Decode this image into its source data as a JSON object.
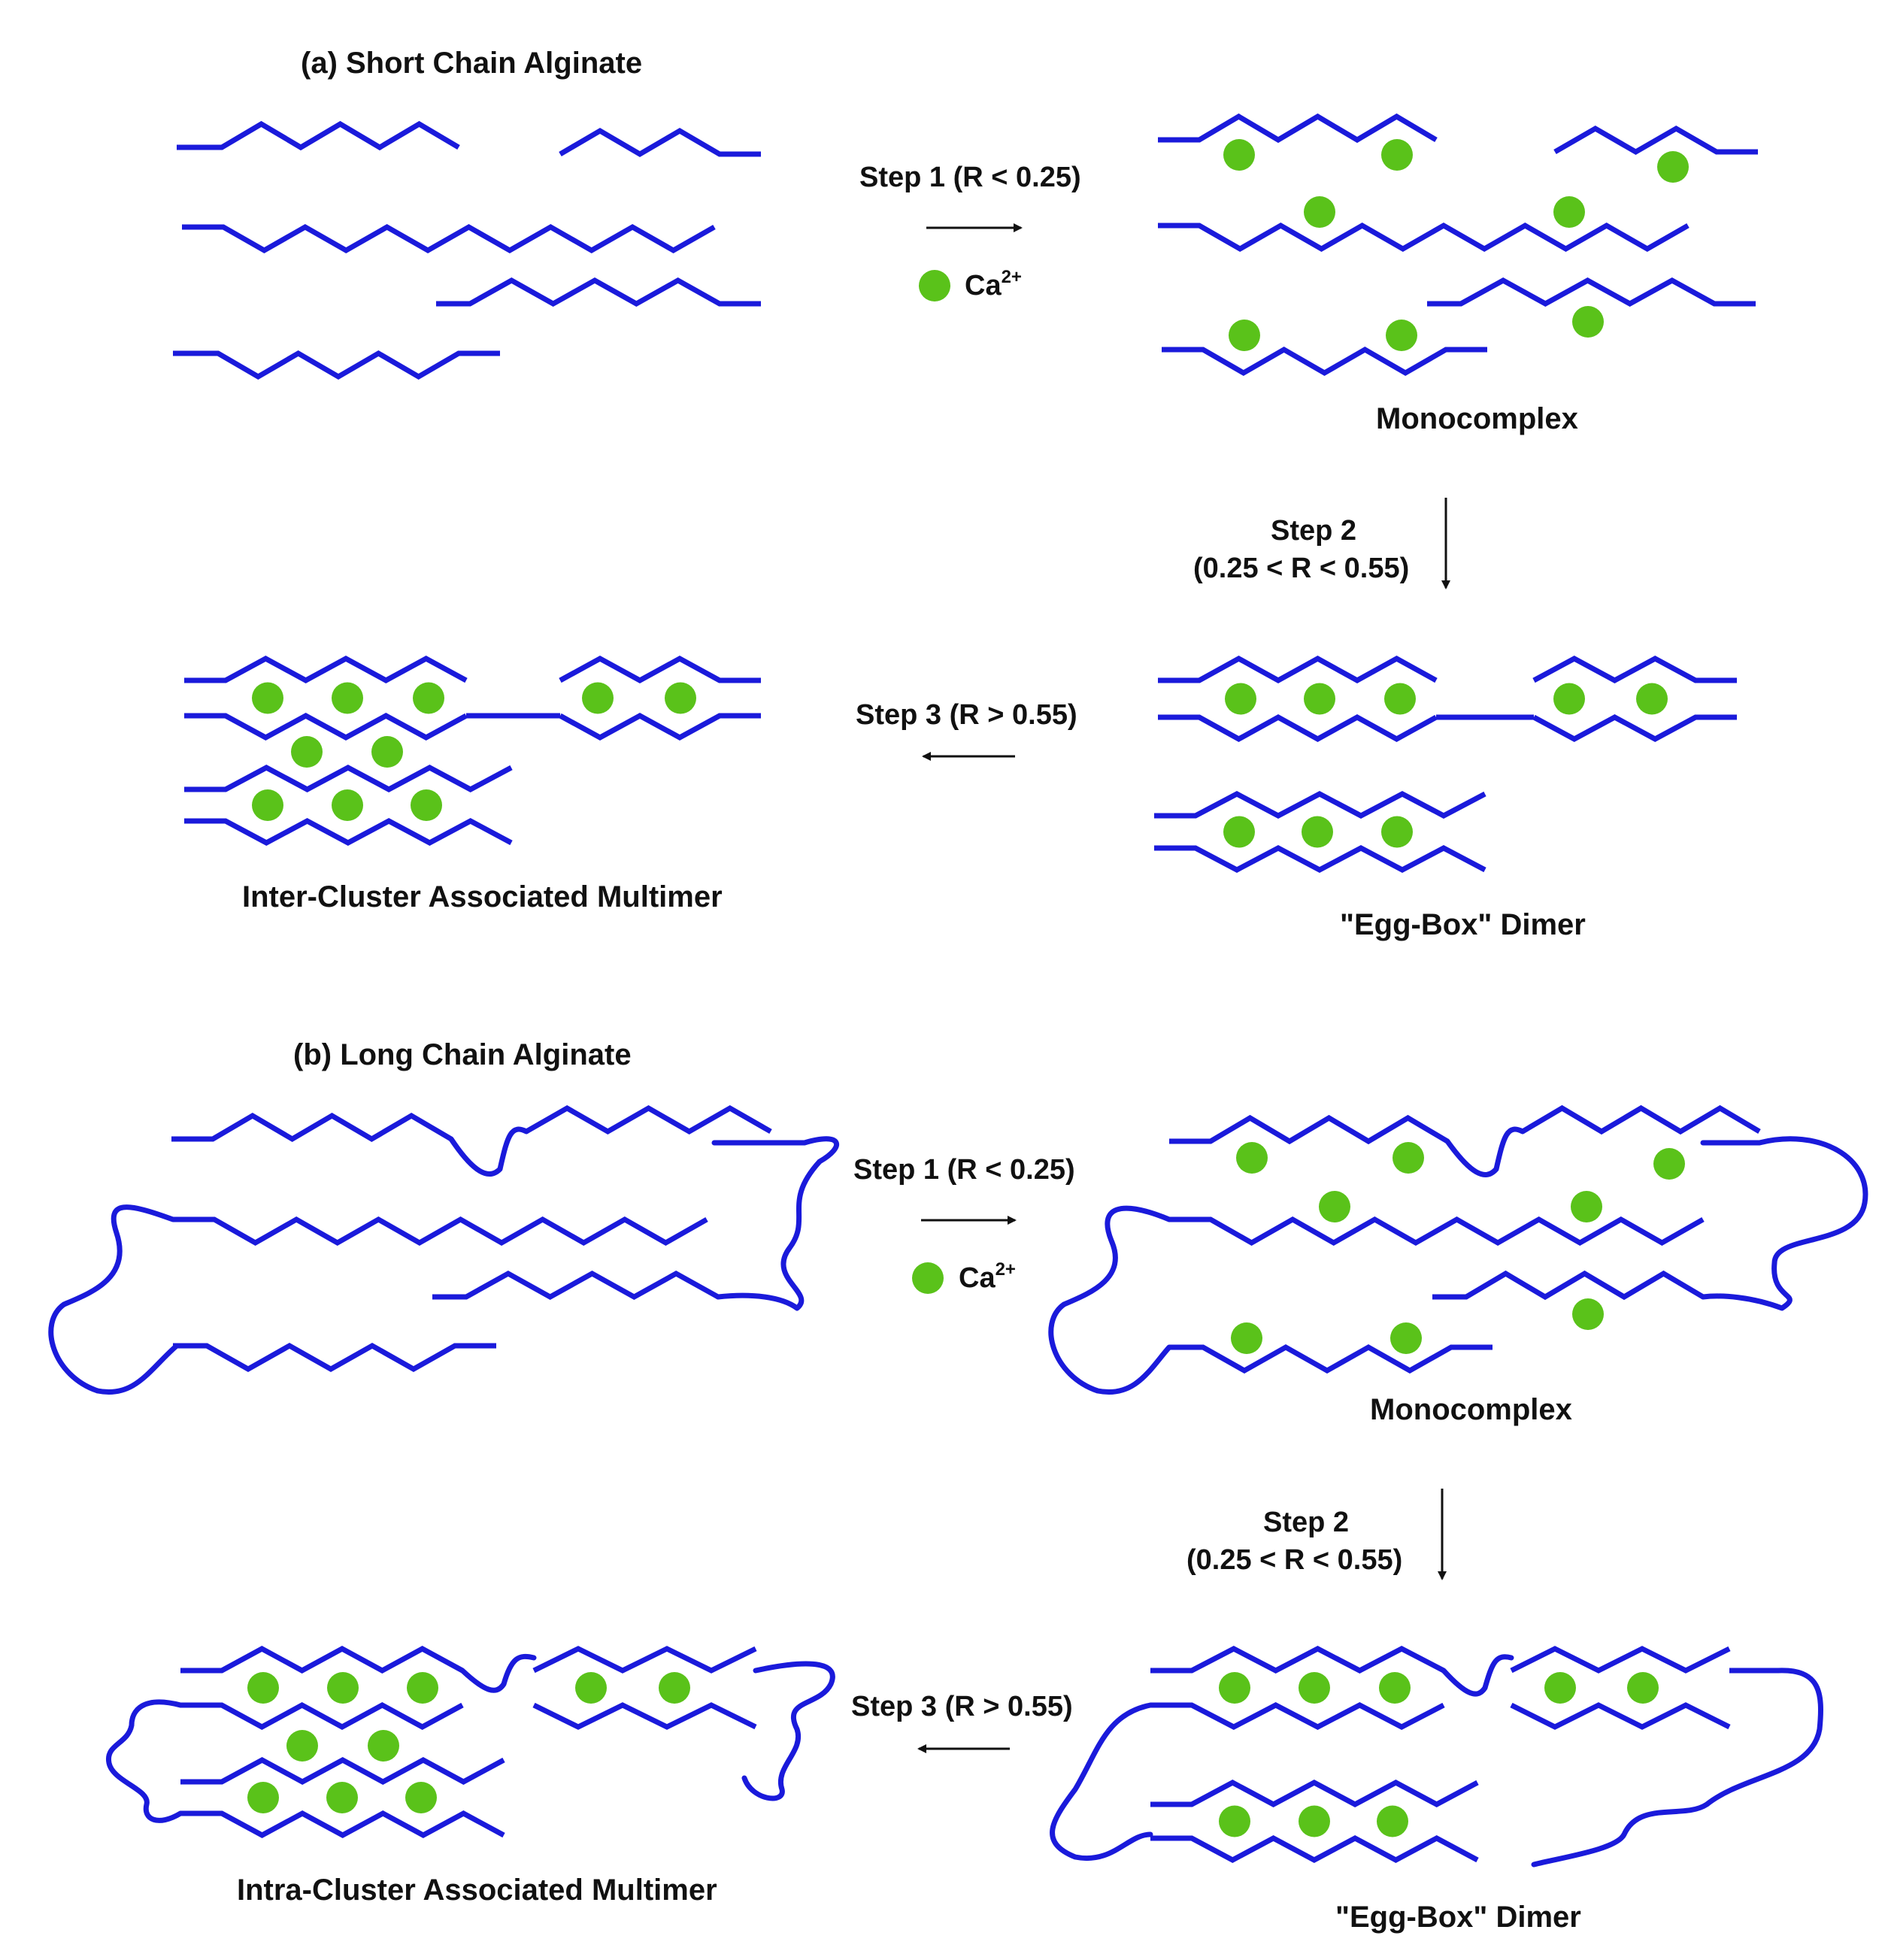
{
  "panels": {
    "a": {
      "title": "(a) Short Chain Alginate",
      "step1": "Step 1 (R < 0.25)",
      "ion_base": "Ca",
      "ion_charge": "2+",
      "monocomplex": "Monocomplex",
      "step2_line1": "Step 2",
      "step2_line2": "(0.25 < R < 0.55)",
      "step3": "Step 3 (R > 0.55)",
      "dimer": "\"Egg-Box\" Dimer",
      "multimer": "Inter-Cluster Associated Multimer"
    },
    "b": {
      "title": "(b) Long Chain Alginate",
      "step1": "Step 1 (R < 0.25)",
      "ion_base": "Ca",
      "ion_charge": "2+",
      "monocomplex": "Monocomplex",
      "step2_line1": "Step 2",
      "step2_line2": "(0.25 < R < 0.55)",
      "step3": "Step 3 (R > 0.55)",
      "dimer": "\"Egg-Box\" Dimer",
      "multimer": "Intra-Cluster Associated Multimer"
    }
  },
  "colors": {
    "chain": "#1a1adb",
    "ion": "#5ac21a",
    "arrow": "#111111"
  }
}
